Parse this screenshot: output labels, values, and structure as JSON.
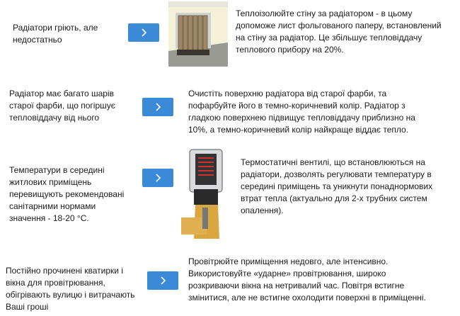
{
  "rows": [
    {
      "problem": [
        "Радіатори гріють, але",
        "недостатньо"
      ],
      "button_icon": "chevron-right-icon",
      "solution": [
        "Теплоізолюйте стіну за радіатором - в цьому",
        "допоможе лист фольгованого паперу, встановлений",
        "на стіну за радіатор. Це збільшує тепловіддачу",
        "теплового прибору на 20%."
      ]
    },
    {
      "problem": [
        "Радіатор має багато шарів",
        "старої фарби, що погіршує",
        "тепловіддачу від нього"
      ],
      "button_icon": "chevron-right-icon",
      "solution": [
        "Очистіть поверхню радіатора від старої фарби, та",
        "пофарбуйте його в темно-коричневий колір. Радіатор з",
        "гладкою поверхнею підвищує тепловіддачу приблизно на",
        "10%, а темно-коричневий колір найкраще віддає тепло."
      ]
    },
    {
      "problem": [
        "Температури в середині",
        "житлових приміщень",
        "перевищують рекомендовані",
        "санітарними нормами",
        "значення - 18-20 °С."
      ],
      "button_icon": "chevron-right-icon",
      "solution": [
        "Термостатичні вентилі, що встановлюються на",
        "радіатори, дозволять регулювати температуру в",
        "середині приміщень та уникнути понаднормових",
        "втрат тепла (актуально для 2-х трубних систем",
        "опалення)."
      ]
    },
    {
      "problem": [
        "Постійно прочинені кватирки і",
        "вікна для провітрювання,",
        "обігрівають вулицю і витрачають",
        "Ваші гроші"
      ],
      "button_icon": "chevron-right-icon",
      "solution": [
        "Провітрюйте приміщення недовго, але інтенсивно.",
        "Використовуйте «ударне» провітрювання, широко",
        "розкриваючи вікна на нетривалий час. Повітря встигне",
        "змінитися, але не встигне охолодити поверхні в приміщенні."
      ]
    }
  ],
  "colors": {
    "button": "#3a8ad8",
    "text": "#1a1a1a"
  }
}
